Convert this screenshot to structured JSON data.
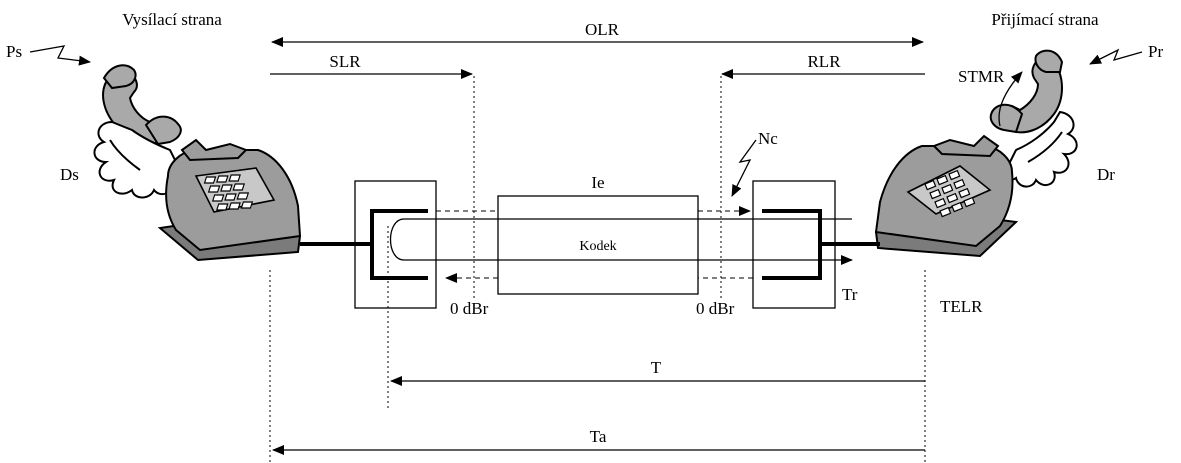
{
  "labels": {
    "sender_side": "Vysílací strana",
    "receiver_side": "Přijímací strana",
    "olr": "OLR",
    "slr": "SLR",
    "rlr": "RLR",
    "ps": "Ps",
    "pr": "Pr",
    "stmr": "STMR",
    "ds": "Ds",
    "dr": "Dr",
    "nc": "Nc",
    "ie": "Ie",
    "codec": "Kodek",
    "dbr_left": "0 dBr",
    "dbr_right": "0 dBr",
    "tr": "Tr",
    "telr": "TELR",
    "t": "T",
    "ta": "Ta"
  }
}
